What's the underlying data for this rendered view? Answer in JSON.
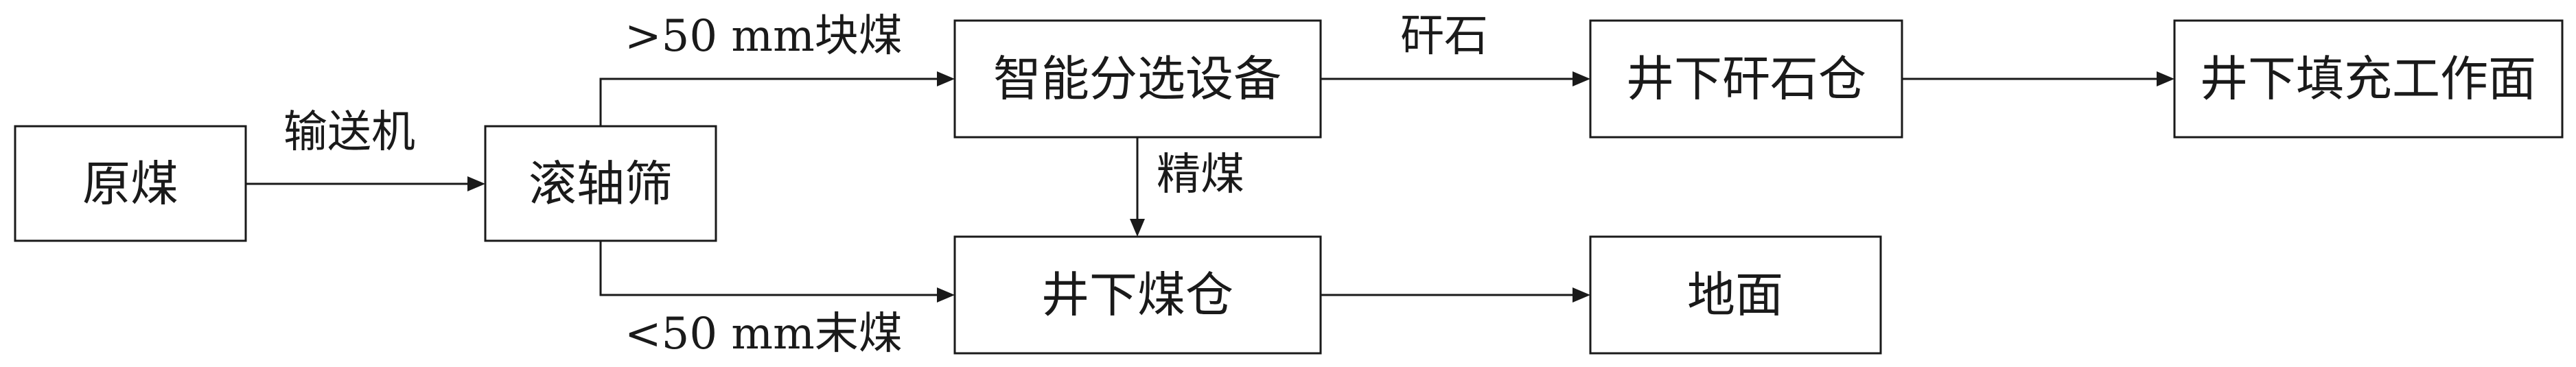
{
  "nodes": {
    "raw_coal": "原煤",
    "roller_screen": "滚轴筛",
    "smart_sorter": "智能分选设备",
    "gangue_bin": "井下矸石仓",
    "filling_face": "井下填充工作面",
    "coal_bin": "井下煤仓",
    "surface": "地面"
  },
  "edges": {
    "conveyor": "输送机",
    "lump_coal": ">50 mm块煤",
    "fine_coal": "<50 mm末煤",
    "gangue": "矸石",
    "clean_coal": "精煤"
  },
  "colors": {
    "stroke": "#1a1a1a",
    "background": "#ffffff"
  }
}
